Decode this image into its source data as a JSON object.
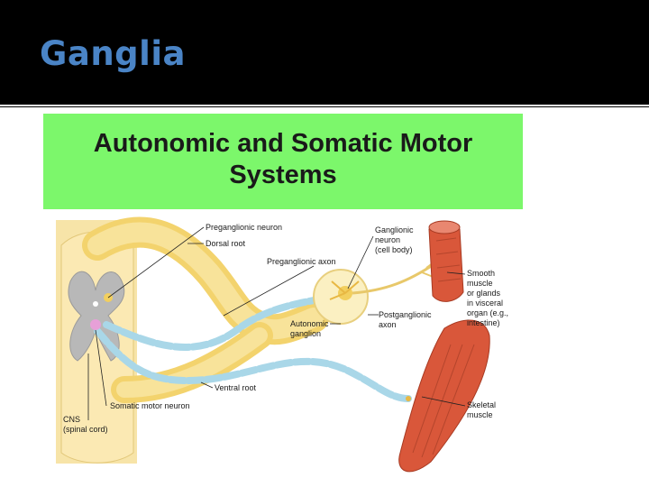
{
  "slide": {
    "title": "Ganglia"
  },
  "figure": {
    "title_line1": "Autonomic and Somatic Motor",
    "title_line2": "Systems",
    "labels": {
      "preganglionic_neuron": "Preganglionic neuron",
      "dorsal_root": "Dorsal root",
      "preganglionic_axon": "Preganglionic axon",
      "ganglionic_neuron_1": "Ganglionic",
      "ganglionic_neuron_2": "neuron",
      "ganglionic_neuron_3": "(cell body)",
      "smooth_muscle_1": "Smooth",
      "smooth_muscle_2": "muscle",
      "smooth_muscle_3": "or glands",
      "smooth_muscle_4": "in visceral",
      "smooth_muscle_5": "organ (e.g.,",
      "smooth_muscle_6": "intestine)",
      "postganglionic_axon_1": "Postganglionic",
      "postganglionic_axon_2": "axon",
      "autonomic_ganglion_1": "Autonomic",
      "autonomic_ganglion_2": "ganglion",
      "ventral_root": "Ventral root",
      "somatic_motor_neuron": "Somatic motor neuron",
      "skeletal_muscle_1": "Skeletal",
      "skeletal_muscle_2": "muscle",
      "cns_1": "CNS",
      "cns_2": "(spinal cord)"
    }
  },
  "colors": {
    "title_text": "#4a84c6",
    "title_bar": "#000000",
    "figure_header": "#7cf76b",
    "nerve": "#f6d97a",
    "myelin": "#a9d7e8",
    "muscle": "#d9573a"
  }
}
